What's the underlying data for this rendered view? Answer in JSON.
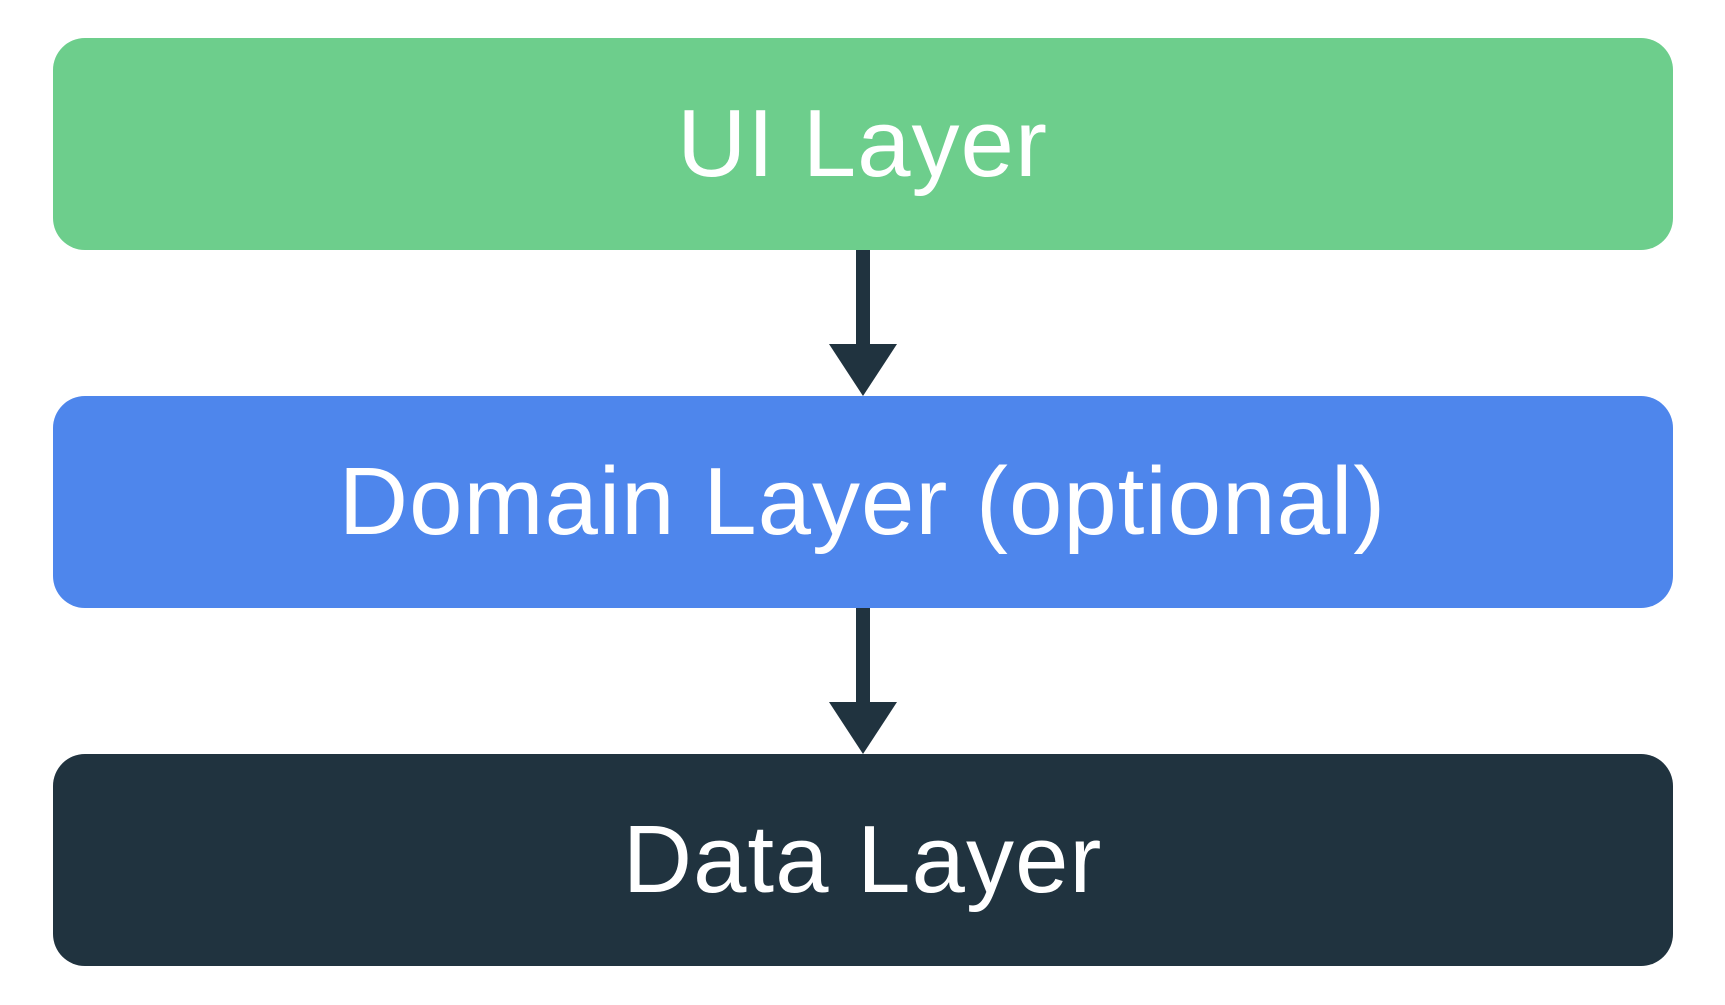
{
  "diagram": {
    "background": "#FFFFFF",
    "layers": [
      {
        "id": "ui-layer",
        "label": "UI Layer",
        "color": "#6DCE8C",
        "text_color": "#FFFFFF"
      },
      {
        "id": "domain-layer",
        "label": "Domain Layer (optional)",
        "color": "#4E86EC",
        "text_color": "#FFFFFF"
      },
      {
        "id": "data-layer",
        "label": "Data Layer",
        "color": "#20333F",
        "text_color": "#FFFFFF"
      }
    ],
    "arrows": [
      {
        "from": "ui-layer",
        "to": "domain-layer",
        "color": "#20333F"
      },
      {
        "from": "domain-layer",
        "to": "data-layer",
        "color": "#20333F"
      }
    ]
  }
}
